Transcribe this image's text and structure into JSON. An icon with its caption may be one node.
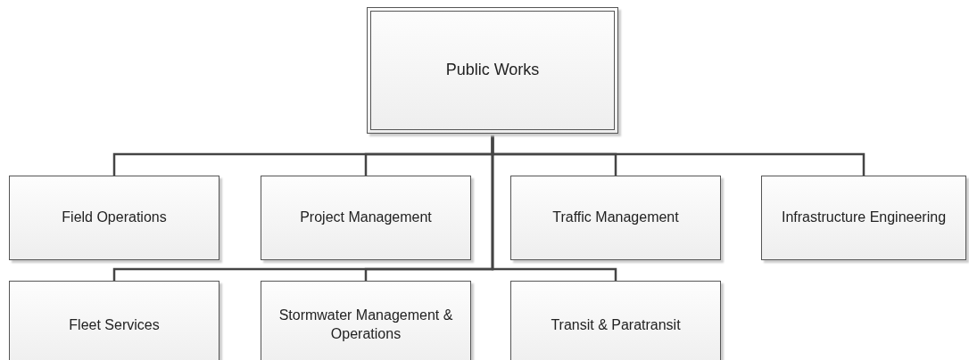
{
  "diagram": {
    "nodes": [
      {
        "text": [
          "Public Works"
        ]
      },
      {
        "text": [
          "Field Operations"
        ]
      },
      {
        "text": [
          "Project Management"
        ]
      },
      {
        "text": [
          "Traffic Management"
        ]
      },
      {
        "text": [
          "Infrastructure Engineering"
        ]
      },
      {
        "text": [
          "Fleet Services"
        ]
      },
      {
        "text": [
          "Stormwater Management & Operations"
        ]
      },
      {
        "text": [
          "Transit & Paratransit"
        ]
      }
    ],
    "edges": [
      {
        "from": 0,
        "to": 1,
        "arrow": "none"
      },
      {
        "from": 0,
        "to": 2,
        "arrow": "none"
      },
      {
        "from": 0,
        "to": 3,
        "arrow": "none"
      },
      {
        "from": 0,
        "to": 4,
        "arrow": "none"
      },
      {
        "from": 0,
        "to": 5,
        "arrow": "none"
      },
      {
        "from": 0,
        "to": 6,
        "arrow": "none"
      },
      {
        "from": 0,
        "to": 7,
        "arrow": "none"
      }
    ]
  }
}
